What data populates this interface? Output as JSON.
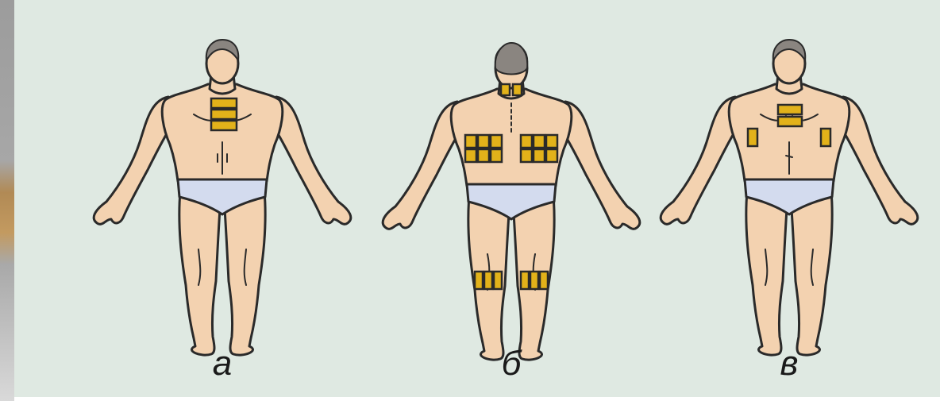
{
  "figures": [
    {
      "id": "a",
      "label": "а",
      "view": "front"
    },
    {
      "id": "b",
      "label": "б",
      "view": "back"
    },
    {
      "id": "v",
      "label": "в",
      "view": "front"
    }
  ],
  "colors": {
    "background": "#dfe9e2",
    "skin": "#f3d2b0",
    "underwear": "#d3dbee",
    "plaster": "#e2b21a",
    "outline": "#2a2a2a"
  }
}
